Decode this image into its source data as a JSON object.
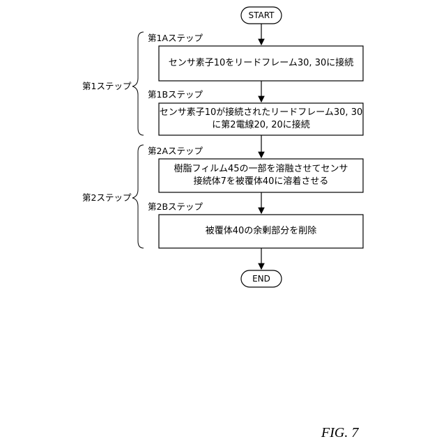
{
  "terminals": {
    "start": "START",
    "end": "END"
  },
  "groups": [
    {
      "label": "第1ステップ"
    },
    {
      "label": "第2ステップ"
    }
  ],
  "steps": [
    {
      "label": "第1Aステップ",
      "text": "センサ素子10をリードフレーム30, 30に接続"
    },
    {
      "label": "第1Bステップ",
      "line1": "センサ素子10が接続されたリードフレーム30, 30",
      "line2": "に第2電線20, 20に接続"
    },
    {
      "label": "第2Aステップ",
      "line1": "樹脂フィルム45の一部を溶融させてセンサ",
      "line2": "接続体7を被覆体40に溶着させる"
    },
    {
      "label": "第2Bステップ",
      "text": "被覆体40の余剰部分を削除"
    }
  ],
  "figure_caption": "FIG. 7"
}
